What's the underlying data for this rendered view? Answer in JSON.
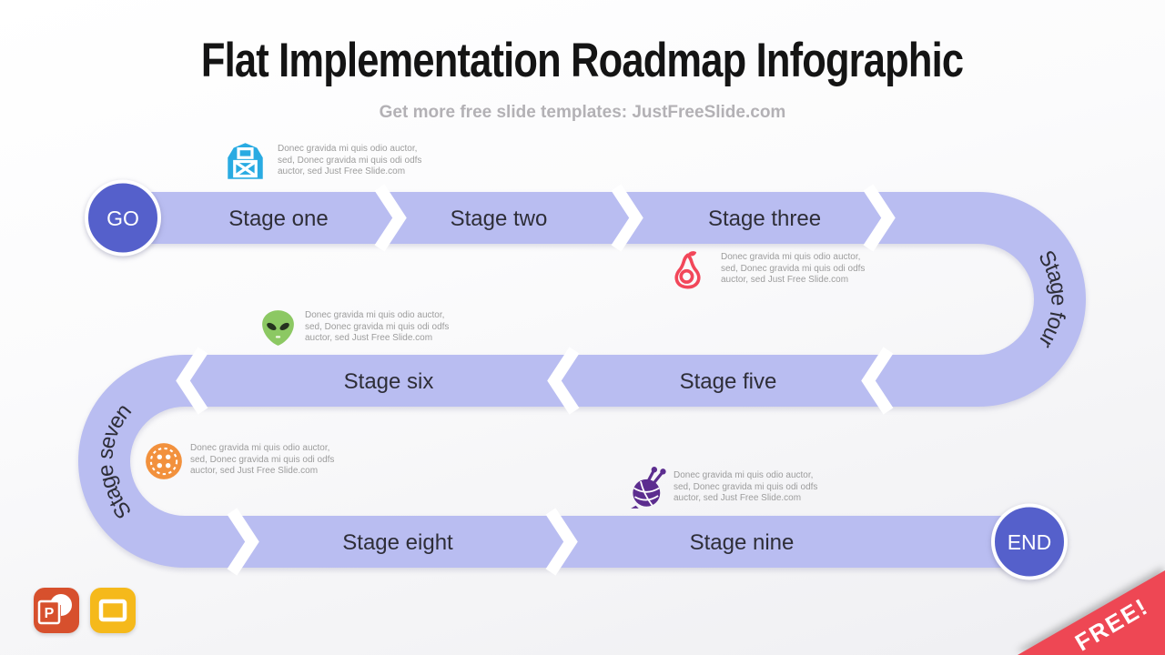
{
  "slide": {
    "title": "Flat Implementation Roadmap Infographic",
    "subtitle": "Get more free slide templates: JustFreeSlide.com"
  },
  "roadmap": {
    "start_label": "GO",
    "end_label": "END",
    "stages": [
      {
        "label": "Stage one"
      },
      {
        "label": "Stage two"
      },
      {
        "label": "Stage three"
      },
      {
        "label": "Stage four"
      },
      {
        "label": "Stage five"
      },
      {
        "label": "Stage six"
      },
      {
        "label": "Stage seven"
      },
      {
        "label": "Stage eight"
      },
      {
        "label": "Stage nine"
      }
    ]
  },
  "notes": [
    {
      "icon": "barn-icon",
      "color": "#29abe2",
      "text": "Donec gravida mi quis odio auctor,\nsed, Donec gravida mi quis odi odfs\nauctor, sed Just Free Slide.com"
    },
    {
      "icon": "avocado-icon",
      "color": "#f2475a",
      "text": "Donec gravida mi quis odio auctor,\nsed, Donec gravida mi quis odi odfs\nauctor, sed Just Free Slide.com"
    },
    {
      "icon": "alien-icon",
      "color": "#8cc863",
      "text": "Donec gravida mi quis odio auctor,\nsed, Donec gravida mi quis odi odfs\nauctor, sed Just Free Slide.com"
    },
    {
      "icon": "button-icon",
      "color": "#f2913d",
      "text": "Donec gravida mi quis odio auctor,\nsed, Donec gravida mi quis odi odfs\nauctor, sed Just Free Slide.com"
    },
    {
      "icon": "yarn-icon",
      "color": "#5c2d8f",
      "text": "Donec gravida mi quis odio auctor,\nsed, Donec gravida mi quis odi odfs\nauctor, sed Just Free Slide.com"
    }
  ],
  "footer": {
    "ribbon_label": "FREE!",
    "powerpoint_letter": "P",
    "app_icons": [
      "powerpoint-icon",
      "google-slides-icon"
    ]
  },
  "colors": {
    "band": "#b9bdf1",
    "node": "#5560cb",
    "stage_text": "#2e2e38",
    "ribbon": "#ee4754"
  }
}
